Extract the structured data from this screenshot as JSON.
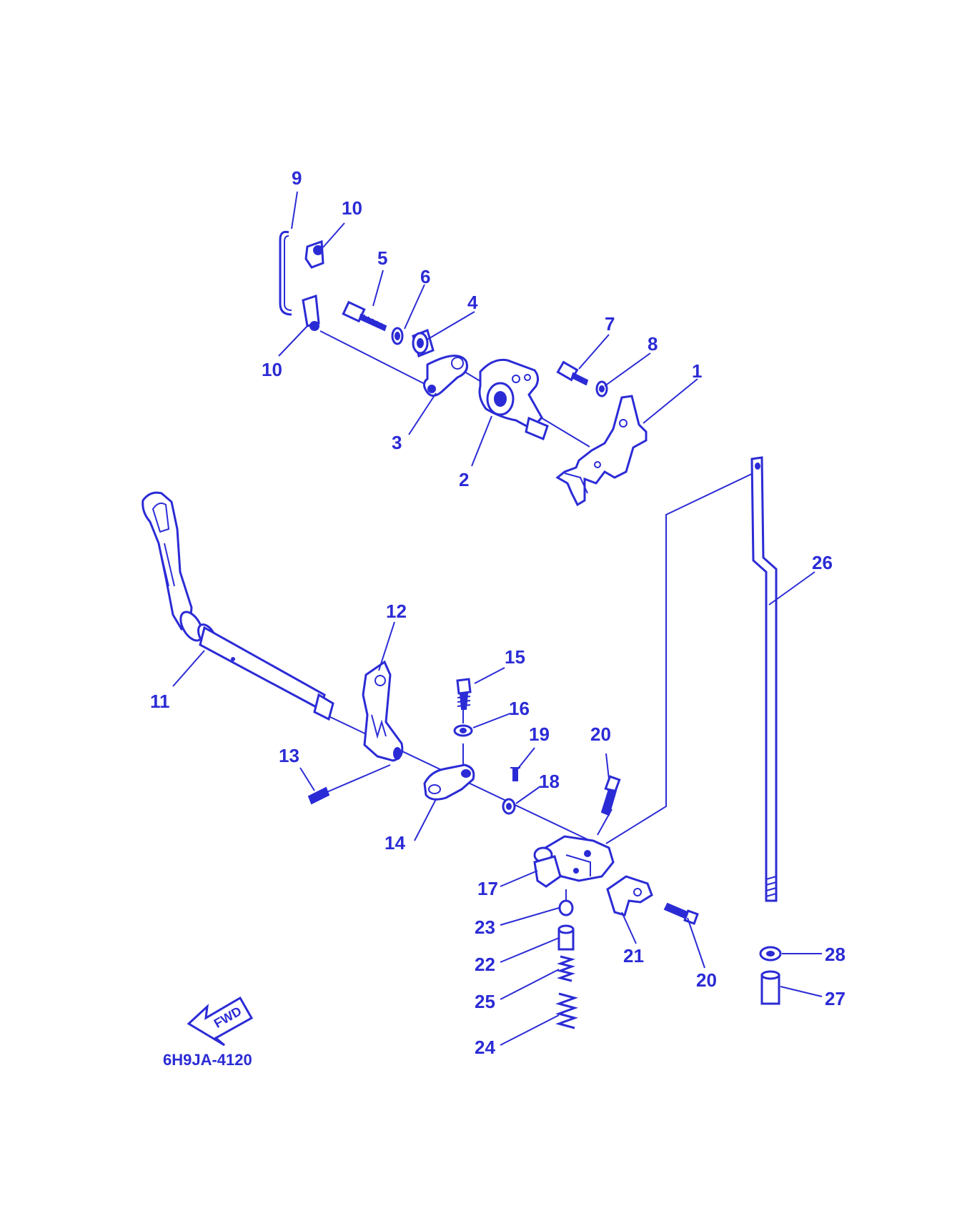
{
  "diagram": {
    "code": "6H9JA-4120",
    "direction_label": "FWD",
    "part_labels": {
      "p1": "1",
      "p2": "2",
      "p3": "3",
      "p4": "4",
      "p5": "5",
      "p6": "6",
      "p7": "7",
      "p8": "8",
      "p9": "9",
      "p10a": "10",
      "p10b": "10",
      "p11": "11",
      "p12": "12",
      "p13": "13",
      "p14": "14",
      "p15": "15",
      "p16": "16",
      "p17": "17",
      "p18": "18",
      "p19": "19",
      "p20a": "20",
      "p20b": "20",
      "p21": "21",
      "p22": "22",
      "p23": "23",
      "p24": "24",
      "p25": "25",
      "p26": "26",
      "p27": "27",
      "p28": "28"
    },
    "colors": {
      "ink": "#2b2bd6",
      "background": "#ffffff"
    }
  }
}
